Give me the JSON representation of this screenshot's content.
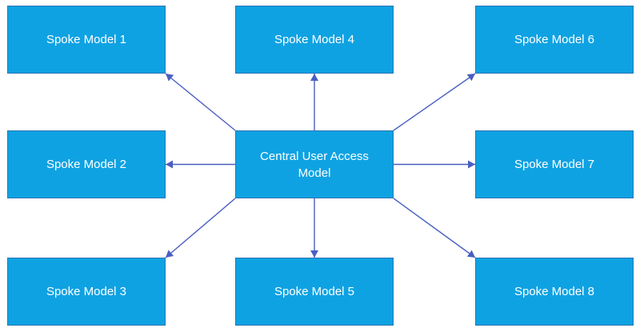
{
  "diagram": {
    "type": "hub-and-spoke",
    "center": {
      "id": "center",
      "label": "Central User Access Model"
    },
    "spokes": [
      {
        "id": "spoke1",
        "label": "Spoke Model 1"
      },
      {
        "id": "spoke2",
        "label": "Spoke Model 2"
      },
      {
        "id": "spoke3",
        "label": "Spoke Model 3"
      },
      {
        "id": "spoke4",
        "label": "Spoke Model 4"
      },
      {
        "id": "spoke5",
        "label": "Spoke Model 5"
      },
      {
        "id": "spoke6",
        "label": "Spoke Model 6"
      },
      {
        "id": "spoke7",
        "label": "Spoke Model 7"
      },
      {
        "id": "spoke8",
        "label": "Spoke Model 8"
      }
    ],
    "connections": [
      {
        "from": "center",
        "fromAnchor": "top-left",
        "to": "spoke1",
        "toAnchor": "bottom-right"
      },
      {
        "from": "center",
        "fromAnchor": "left-mid",
        "to": "spoke2",
        "toAnchor": "right-mid"
      },
      {
        "from": "center",
        "fromAnchor": "bottom-left",
        "to": "spoke3",
        "toAnchor": "top-right"
      },
      {
        "from": "center",
        "fromAnchor": "top-mid",
        "to": "spoke4",
        "toAnchor": "bottom-mid"
      },
      {
        "from": "center",
        "fromAnchor": "bottom-mid",
        "to": "spoke5",
        "toAnchor": "top-mid"
      },
      {
        "from": "center",
        "fromAnchor": "top-right",
        "to": "spoke6",
        "toAnchor": "bottom-left"
      },
      {
        "from": "center",
        "fromAnchor": "right-mid",
        "to": "spoke7",
        "toAnchor": "left-mid"
      },
      {
        "from": "center",
        "fromAnchor": "bottom-right",
        "to": "spoke8",
        "toAnchor": "top-left"
      }
    ],
    "colors": {
      "box_fill": "#0FA2E2",
      "box_border": "#2E75B6",
      "arrow_line": "#4A5FC1",
      "box_text": "#FFFFFF",
      "background": "#FFFFFF"
    }
  }
}
